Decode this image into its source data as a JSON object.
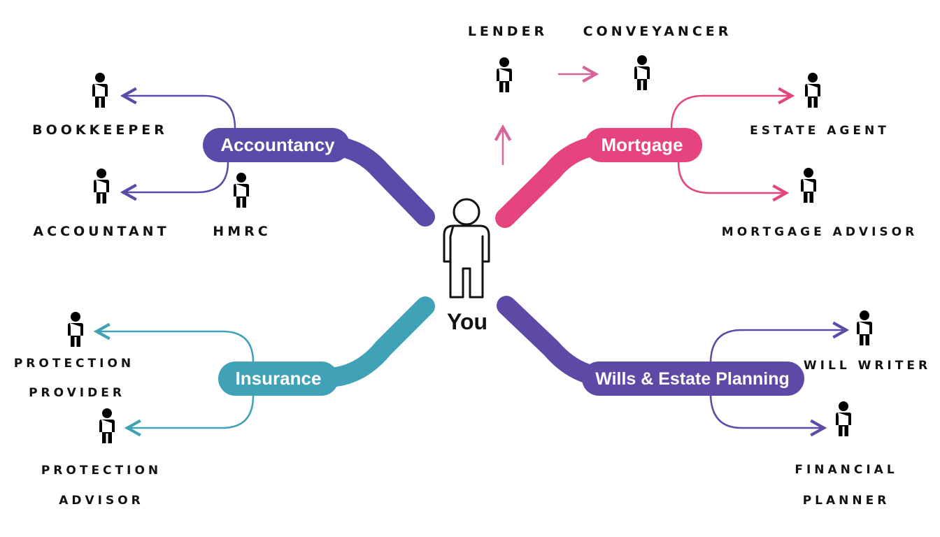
{
  "center": {
    "label": "You"
  },
  "colors": {
    "accountancy": "#5b4aa8",
    "mortgage": "#e6447e",
    "insurance": "#3fa2b6",
    "wills": "#5e4aa6",
    "lender_arrow": "#d8629a"
  },
  "branches": {
    "accountancy": {
      "label": "Accountancy",
      "icon": "person-icon"
    },
    "mortgage": {
      "label": "Mortgage",
      "icon": "person-icon"
    },
    "insurance": {
      "label": "Insurance",
      "icon": "person-icon"
    },
    "wills": {
      "label": "Wills & Estate Planning",
      "icon": "person-icon"
    }
  },
  "roles": {
    "bookkeeper": "BOOKKEEPER",
    "accountant": "ACCOUNTANT",
    "hmrc": "HMRC",
    "lender": "LENDER",
    "conveyancer": "CONVEYANCER",
    "estate_agent": "ESTATE AGENT",
    "mortgage_advisor": "MORTGAGE ADVISOR",
    "protection_provider_line1": "PROTECTION",
    "protection_provider_line2": "PROVIDER",
    "protection_advisor_line1": "PROTECTION",
    "protection_advisor_line2": "ADVISOR",
    "will_writer": "WILL WRITER",
    "financial_planner_line1": "FINANCIAL",
    "financial_planner_line2": "PLANNER"
  }
}
